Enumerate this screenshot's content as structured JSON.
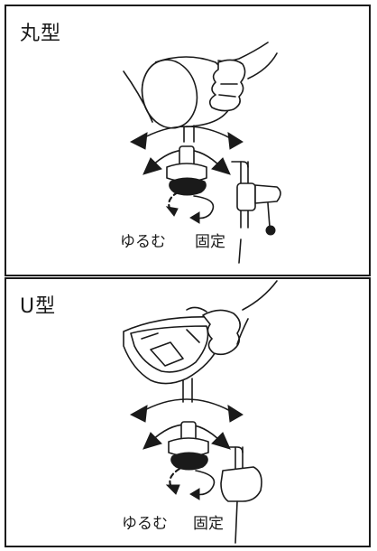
{
  "panels": [
    {
      "title": "丸型",
      "loosen_label": "ゆるむ",
      "fix_label": "固定"
    },
    {
      "title": "U型",
      "loosen_label": "ゆるむ",
      "fix_label": "固定"
    }
  ]
}
